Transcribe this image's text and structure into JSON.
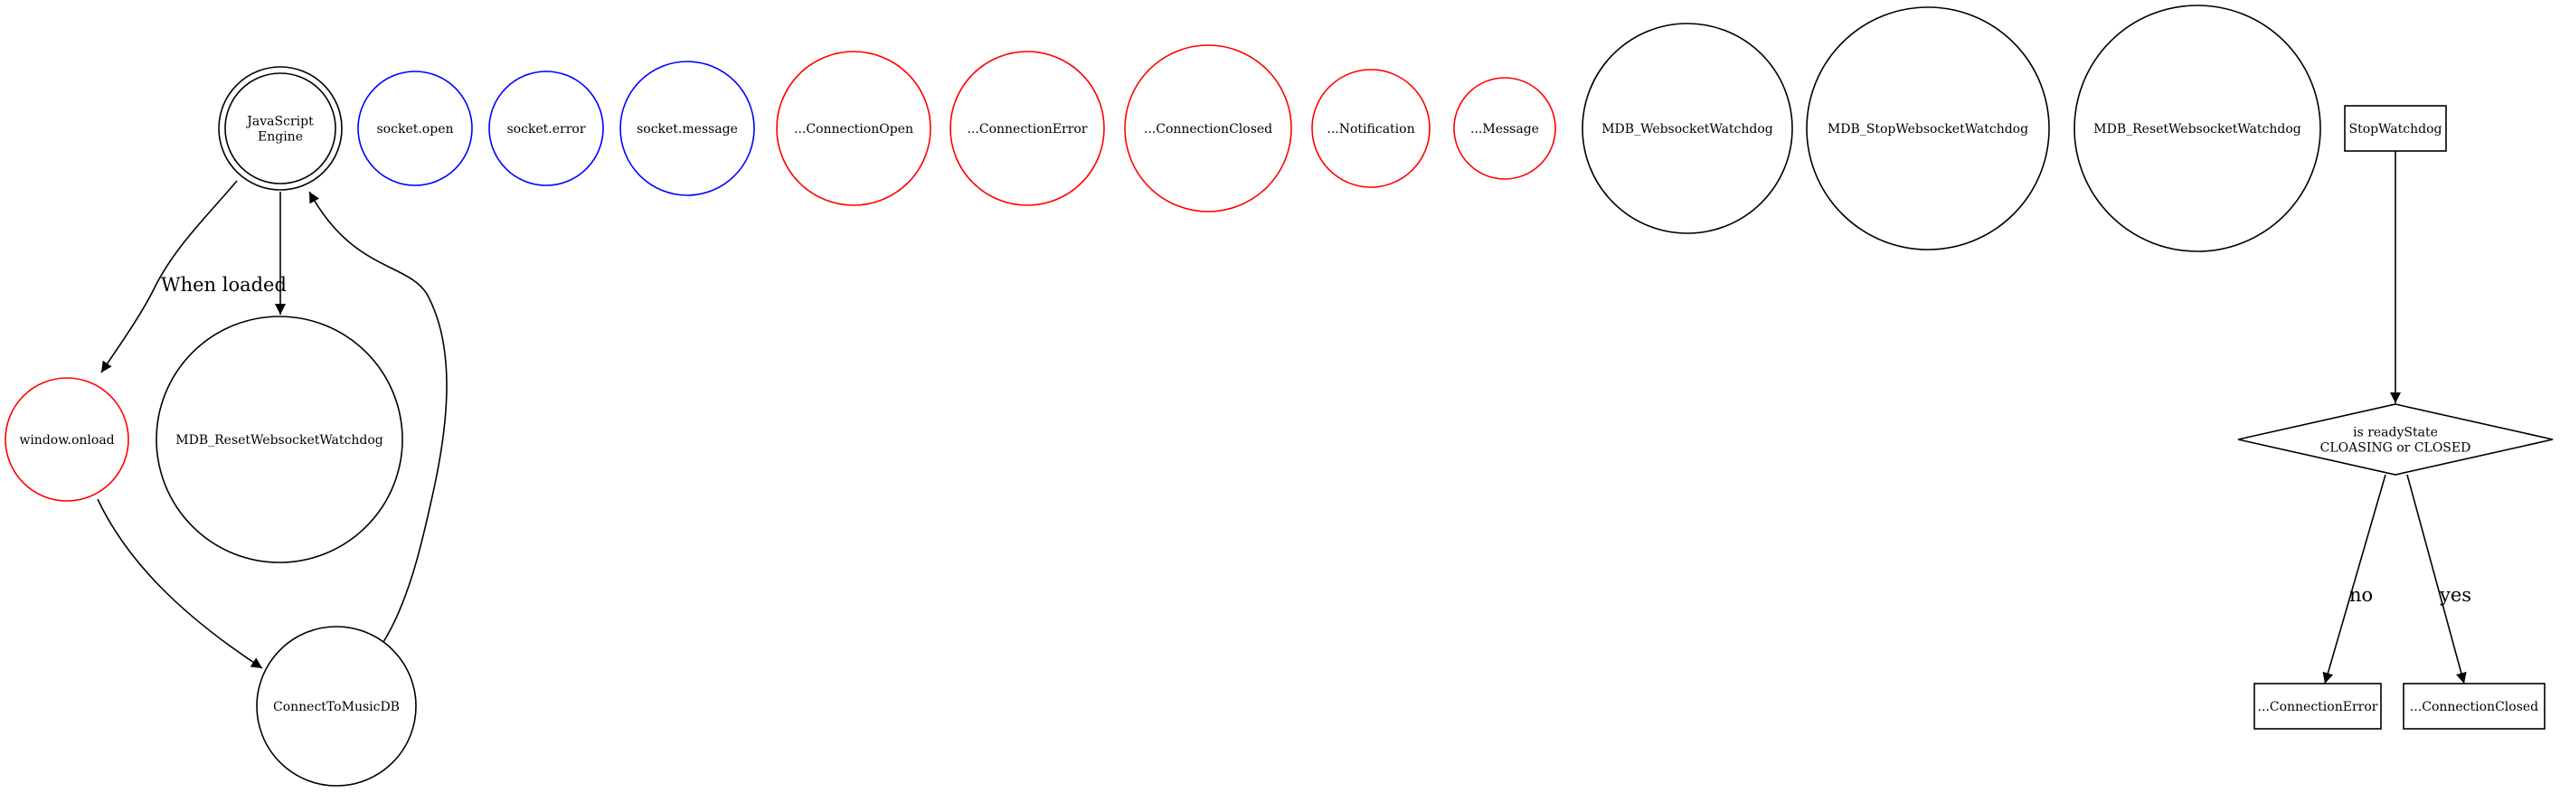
{
  "colors": {
    "default": "#000000",
    "socket_event": "#0000ff",
    "handler": "#ff0000"
  },
  "nodes": {
    "js_engine": {
      "lines": [
        "JavaScript",
        "Engine"
      ],
      "color": "default",
      "shape": "doublecircle"
    },
    "socket_open": {
      "lines": [
        "socket.open"
      ],
      "color": "socket_event",
      "shape": "circle"
    },
    "socket_error": {
      "lines": [
        "socket.error"
      ],
      "color": "socket_event",
      "shape": "circle"
    },
    "socket_message": {
      "lines": [
        "socket.message"
      ],
      "color": "socket_event",
      "shape": "circle"
    },
    "connection_open": {
      "lines": [
        "...ConnectionOpen"
      ],
      "color": "handler",
      "shape": "circle"
    },
    "connection_error": {
      "lines": [
        "...ConnectionError"
      ],
      "color": "handler",
      "shape": "circle"
    },
    "connection_closed": {
      "lines": [
        "...ConnectionClosed"
      ],
      "color": "handler",
      "shape": "circle"
    },
    "notification": {
      "lines": [
        "...Notification"
      ],
      "color": "handler",
      "shape": "circle"
    },
    "message": {
      "lines": [
        "...Message"
      ],
      "color": "handler",
      "shape": "circle"
    },
    "websocket_watchdog": {
      "lines": [
        "MDB_WebsocketWatchdog"
      ],
      "color": "default",
      "shape": "circle"
    },
    "stop_websocket_watchdog": {
      "lines": [
        "MDB_StopWebsocketWatchdog"
      ],
      "color": "default",
      "shape": "circle"
    },
    "reset_websocket_watchdog_top": {
      "lines": [
        "MDB_ResetWebsocketWatchdog"
      ],
      "color": "default",
      "shape": "circle"
    },
    "stop_watchdog": {
      "lines": [
        "StopWatchdog"
      ],
      "color": "default",
      "shape": "box"
    },
    "window_onload": {
      "lines": [
        "window.onload"
      ],
      "color": "handler",
      "shape": "circle"
    },
    "reset_websocket_watchdog": {
      "lines": [
        "MDB_ResetWebsocketWatchdog"
      ],
      "color": "default",
      "shape": "circle"
    },
    "connect_to_musicdb": {
      "lines": [
        "ConnectToMusicDB"
      ],
      "color": "default",
      "shape": "circle"
    },
    "ready_state_check": {
      "lines": [
        "is readyState",
        "CLOASING or CLOSED"
      ],
      "color": "default",
      "shape": "diamond"
    },
    "connection_error_box": {
      "lines": [
        "...ConnectionError"
      ],
      "color": "default",
      "shape": "box"
    },
    "connection_closed_box": {
      "lines": [
        "...ConnectionClosed"
      ],
      "color": "default",
      "shape": "box"
    }
  },
  "edges": [
    {
      "id": "edge-engine-to-onload",
      "from": "js_engine",
      "to": "window_onload",
      "label": "When loaded"
    },
    {
      "id": "edge-engine-to-reset",
      "from": "js_engine",
      "to": "reset_websocket_watchdog",
      "label": ""
    },
    {
      "id": "edge-onload-to-connect",
      "from": "window_onload",
      "to": "connect_to_musicdb",
      "label": ""
    },
    {
      "id": "edge-connect-to-engine",
      "from": "connect_to_musicdb",
      "to": "js_engine",
      "label": ""
    },
    {
      "id": "edge-stop-to-check",
      "from": "stop_watchdog",
      "to": "ready_state_check",
      "label": ""
    },
    {
      "id": "edge-check-to-error",
      "from": "ready_state_check",
      "to": "connection_error_box",
      "label": "no"
    },
    {
      "id": "edge-check-to-closed",
      "from": "ready_state_check",
      "to": "connection_closed_box",
      "label": "yes"
    }
  ]
}
